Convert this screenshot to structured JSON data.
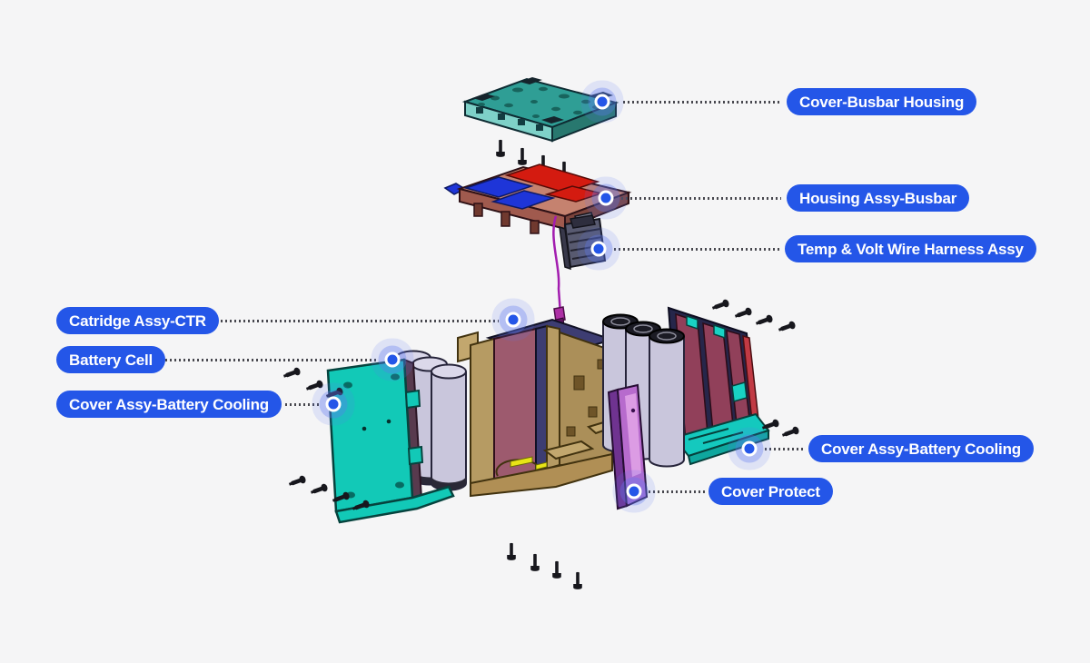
{
  "page": {
    "background_color": "#F5F5F6",
    "accent_color": "#2456E8",
    "leader_dot_color": "#47474E"
  },
  "callouts": [
    {
      "label": "Cover-Busbar Housing"
    },
    {
      "label": "Housing Assy-Busbar"
    },
    {
      "label": "Temp & Volt Wire Harness Assy"
    },
    {
      "label": "Catridge Assy-CTR"
    },
    {
      "label": "Battery Cell"
    },
    {
      "label": "Cover Assy-Battery Cooling"
    },
    {
      "label": "Cover Assy-Battery Cooling"
    },
    {
      "label": "Cover Protect"
    }
  ]
}
